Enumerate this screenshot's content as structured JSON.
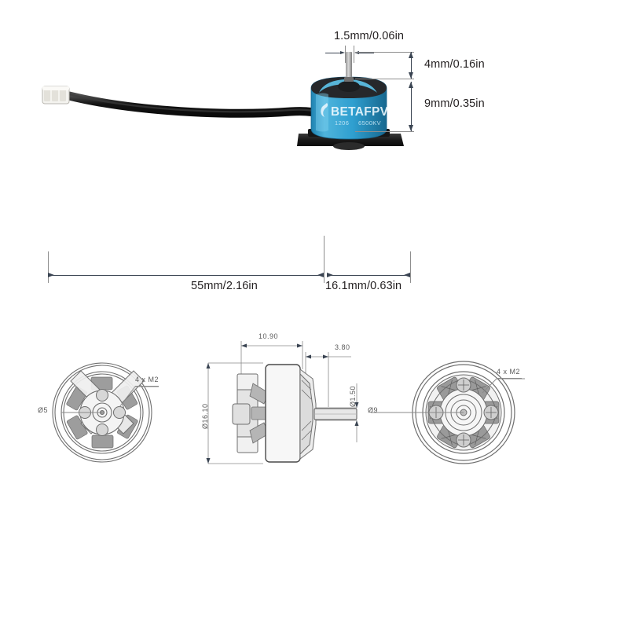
{
  "page": {
    "background": "#ffffff",
    "kind": "product-dimension-drawing"
  },
  "product": {
    "brand": "BETAFPV",
    "model": "1206",
    "kv": "6500KV",
    "bell_color": "#2f9fd0",
    "bell_color_dark": "#1b6f99",
    "cable_color": "#121212",
    "connector_color": "#f2f2ee"
  },
  "photo_dimensions": {
    "shaft_width": "1.5mm/0.06in",
    "shaft_height": "4mm/0.16in",
    "body_height": "9mm/0.35in",
    "cable_length": "55mm/2.16in",
    "motor_length": "16.1mm/0.63in"
  },
  "cad_views": {
    "left": {
      "name": "bottom-view",
      "bore": "Ø5",
      "screws": "4 x M2"
    },
    "middle": {
      "name": "side-section-view",
      "body_length": "10.90",
      "shaft_length": "3.80",
      "outer_diameter": "Ø16.10",
      "shaft_diameter": "Ø1.50"
    },
    "right": {
      "name": "top-view",
      "bore": "Ø9",
      "screws": "4 x M2"
    }
  },
  "colors": {
    "dimension_line": "#3a4452",
    "cad_line": "#6e6e6e",
    "cad_fill": "#9a9a9a",
    "text": "#231f20"
  }
}
